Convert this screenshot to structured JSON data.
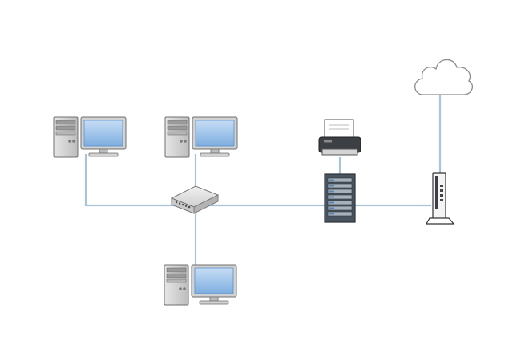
{
  "diagram": {
    "type": "network-topology",
    "colors": {
      "background": "#ffffff",
      "link": "#a9c4d8",
      "case": "#d6d6d6",
      "case_stroke": "#6f6f6f",
      "screen": "#8fb8e6",
      "screen_dark": "#5b8fc8",
      "server": "#4a5460",
      "cloud_stroke": "#8a8a8a"
    },
    "nodes": [
      {
        "id": "workstation-1",
        "icon": "desktop-computer-icon"
      },
      {
        "id": "workstation-2",
        "icon": "desktop-computer-icon"
      },
      {
        "id": "workstation-3",
        "icon": "desktop-computer-icon"
      },
      {
        "id": "network-switch",
        "icon": "switch-icon"
      },
      {
        "id": "printer",
        "icon": "printer-icon"
      },
      {
        "id": "rack-server",
        "icon": "server-rack-icon"
      },
      {
        "id": "modem",
        "icon": "modem-icon"
      },
      {
        "id": "internet",
        "icon": "cloud-icon"
      }
    ],
    "links": [
      {
        "from": "workstation-1",
        "to": "network-switch"
      },
      {
        "from": "workstation-2",
        "to": "network-switch"
      },
      {
        "from": "workstation-3",
        "to": "network-switch"
      },
      {
        "from": "network-switch",
        "to": "rack-server"
      },
      {
        "from": "printer",
        "to": "rack-server"
      },
      {
        "from": "rack-server",
        "to": "modem"
      },
      {
        "from": "modem",
        "to": "internet"
      }
    ]
  }
}
